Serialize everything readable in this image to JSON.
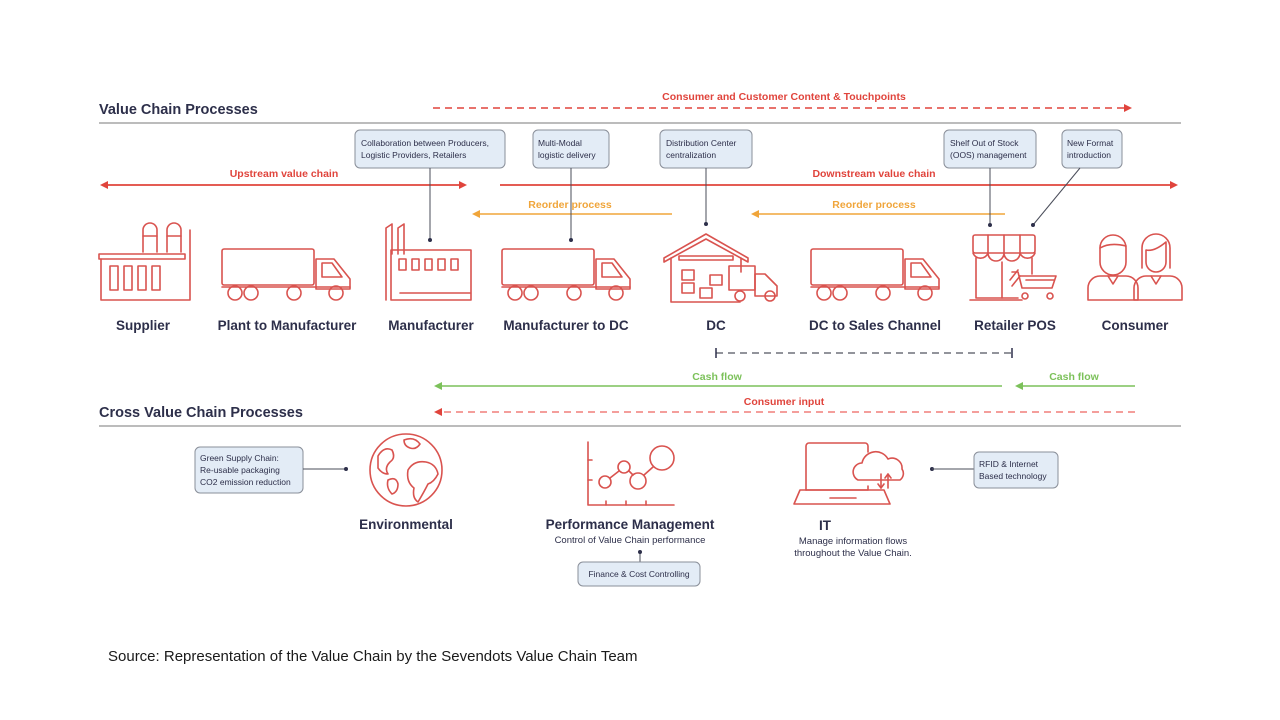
{
  "sections": {
    "value_chain_title": "Value Chain Processes",
    "cross_title": "Cross Value Chain Processes"
  },
  "colors": {
    "primary_red": "#d9534f",
    "flow_red": "#e0443c",
    "reorder_orange": "#f0a53a",
    "cash_green": "#7cc15a",
    "text_dark": "#2d2f4a",
    "note_fill": "#e3ecf6",
    "divider": "#bcbcbc"
  },
  "flows": {
    "touchpoints": "Consumer and Customer Content & Touchpoints",
    "upstream": "Upstream value chain",
    "downstream": "Downstream value chain",
    "reorder_left": "Reorder process",
    "reorder_right": "Reorder process",
    "cash_left": "Cash flow",
    "cash_right": "Cash flow",
    "consumer_input": "Consumer input"
  },
  "notes": {
    "collaboration": [
      "Collaboration between Producers,",
      "Logistic Providers, Retailers"
    ],
    "multimodal": [
      "Multi-Modal",
      "logistic delivery"
    ],
    "dc_central": [
      "Distribution Center",
      "centralization"
    ],
    "shelf_oos": [
      "Shelf Out of Stock",
      "(OOS) management"
    ],
    "new_format": [
      "New Format",
      "introduction"
    ],
    "green": [
      "Green Supply Chain:",
      "Re-usable packaging",
      "CO2 emission reduction"
    ],
    "finance": [
      "Finance & Cost Controlling"
    ],
    "rfid": [
      "RFID & Internet",
      "Based technology"
    ]
  },
  "nodes": [
    {
      "id": "supplier",
      "label": "Supplier",
      "icon": "factory-silo-icon"
    },
    {
      "id": "plant-to-manufacturer",
      "label": "Plant to Manufacturer",
      "icon": "truck-icon"
    },
    {
      "id": "manufacturer",
      "label": "Manufacturer",
      "icon": "factory-icon"
    },
    {
      "id": "manufacturer-to-dc",
      "label": "Manufacturer to DC",
      "icon": "truck-icon"
    },
    {
      "id": "dc",
      "label": "DC",
      "icon": "warehouse-icon"
    },
    {
      "id": "dc-to-sales-channel",
      "label": "DC to Sales Channel",
      "icon": "truck-icon"
    },
    {
      "id": "retailer-pos",
      "label": "Retailer POS",
      "icon": "store-cart-icon"
    },
    {
      "id": "consumer",
      "label": "Consumer",
      "icon": "people-icon"
    }
  ],
  "cross": {
    "environmental": {
      "title": "Environmental",
      "icon": "globe-icon"
    },
    "performance": {
      "title": "Performance Management",
      "subtitle": "Control of Value Chain performance",
      "icon": "chart-icon"
    },
    "it": {
      "title": "IT",
      "subtitle": [
        "Manage information flows",
        "throughout the Value Chain."
      ],
      "icon": "laptop-cloud-icon"
    }
  },
  "source": "Source: Representation of the Value Chain by the Sevendots Value Chain Team"
}
